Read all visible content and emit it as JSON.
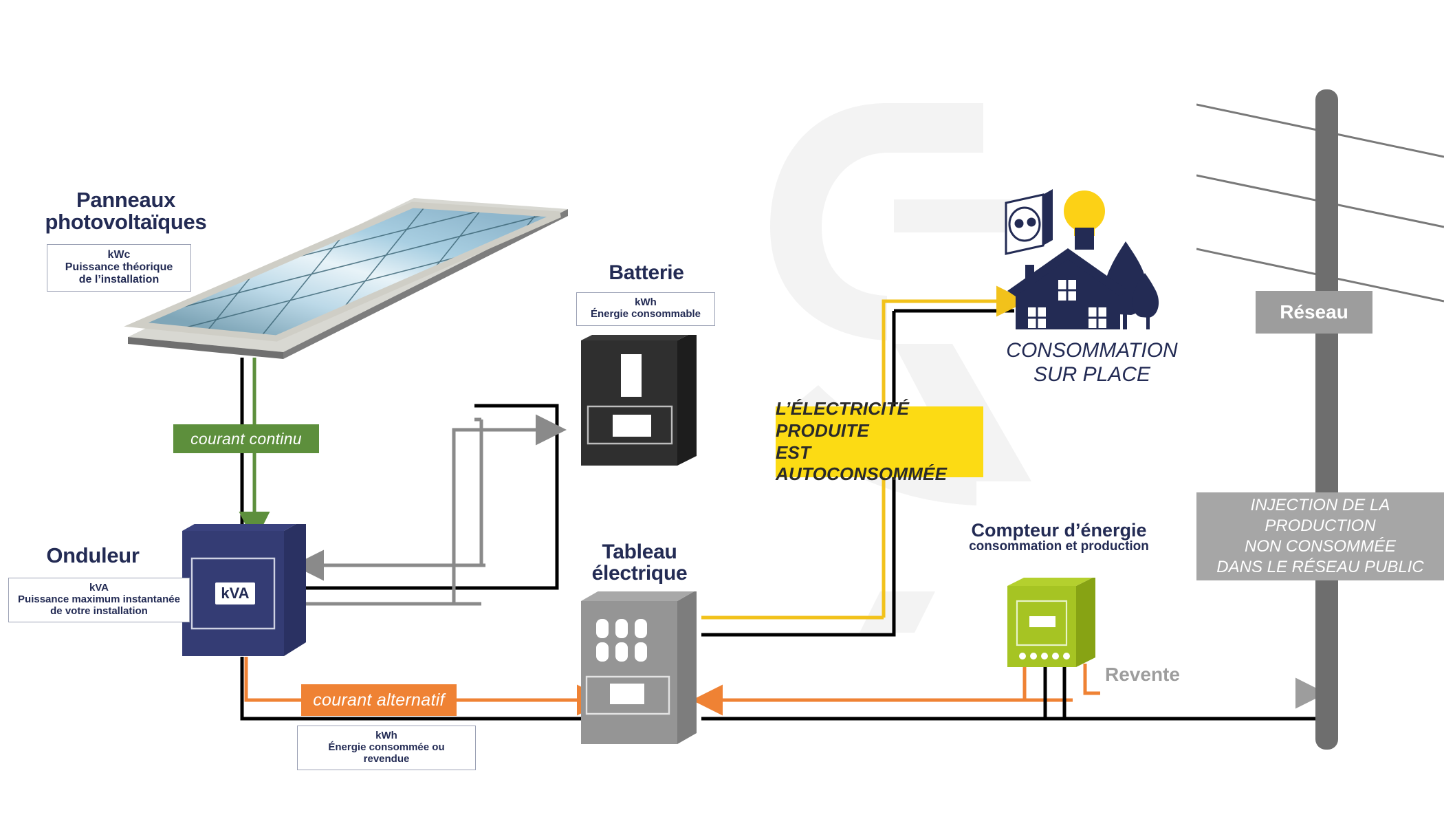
{
  "diagram": {
    "title": "Schema autoconsommation photovoltaique",
    "colors": {
      "navy": "#232b54",
      "dc_green": "#5d8f3c",
      "ac_orange": "#ef8234",
      "callout_yellow": "#fcdb14",
      "meter_green": "#a6c423",
      "grid_grey": "#6e6e6e",
      "panel_grey": "#9d9d9d",
      "battery_dark": "#2f2f2f",
      "inverter_navy": "#343c74"
    }
  },
  "panels": {
    "title_line1": "Panneaux",
    "title_line2": "photovoltaïques",
    "unit": "kWc",
    "desc_line1": "Puissance théorique",
    "desc_line2": "de l’installation"
  },
  "inverter": {
    "title": "Onduleur",
    "unit": "kVA",
    "desc_line1": "Puissance maximum instantanée",
    "desc_line2": "de votre installation",
    "display_label": "kVA"
  },
  "battery": {
    "title": "Batterie",
    "unit": "kWh",
    "desc_line1": "Énergie consommable"
  },
  "panel_board": {
    "title_line1": "Tableau",
    "title_line2": "électrique"
  },
  "meter": {
    "title": "Compteur d’énergie",
    "subtitle": "consommation et production"
  },
  "flows": {
    "dc_label": "courant continu",
    "ac_label": "courant alternatif",
    "ac_unit": "kWh",
    "ac_desc": "Énergie consommée ou revendue",
    "revente_label": "Revente"
  },
  "callout": {
    "line1": "L’ÉLECTRICITÉ PRODUITE",
    "line2": "EST AUTOCONSOMMÉE"
  },
  "consumption": {
    "line1": "CONSOMMATION",
    "line2": "SUR PLACE"
  },
  "grid": {
    "sign_label": "Réseau",
    "note_line1": "INJECTION DE LA PRODUCTION",
    "note_line2": "NON CONSOMMÉE",
    "note_line3": "DANS LE RÉSEAU PUBLIC"
  },
  "icons": {
    "solar_panel": "solar-panel-icon",
    "inverter": "inverter-icon",
    "battery": "battery-icon",
    "breaker_panel": "breaker-panel-icon",
    "energy_meter": "energy-meter-icon",
    "house": "house-icon",
    "tree": "tree-icon",
    "light_bulb": "light-bulb-icon",
    "power_socket": "power-socket-icon",
    "utility_pole": "utility-pole-icon"
  }
}
